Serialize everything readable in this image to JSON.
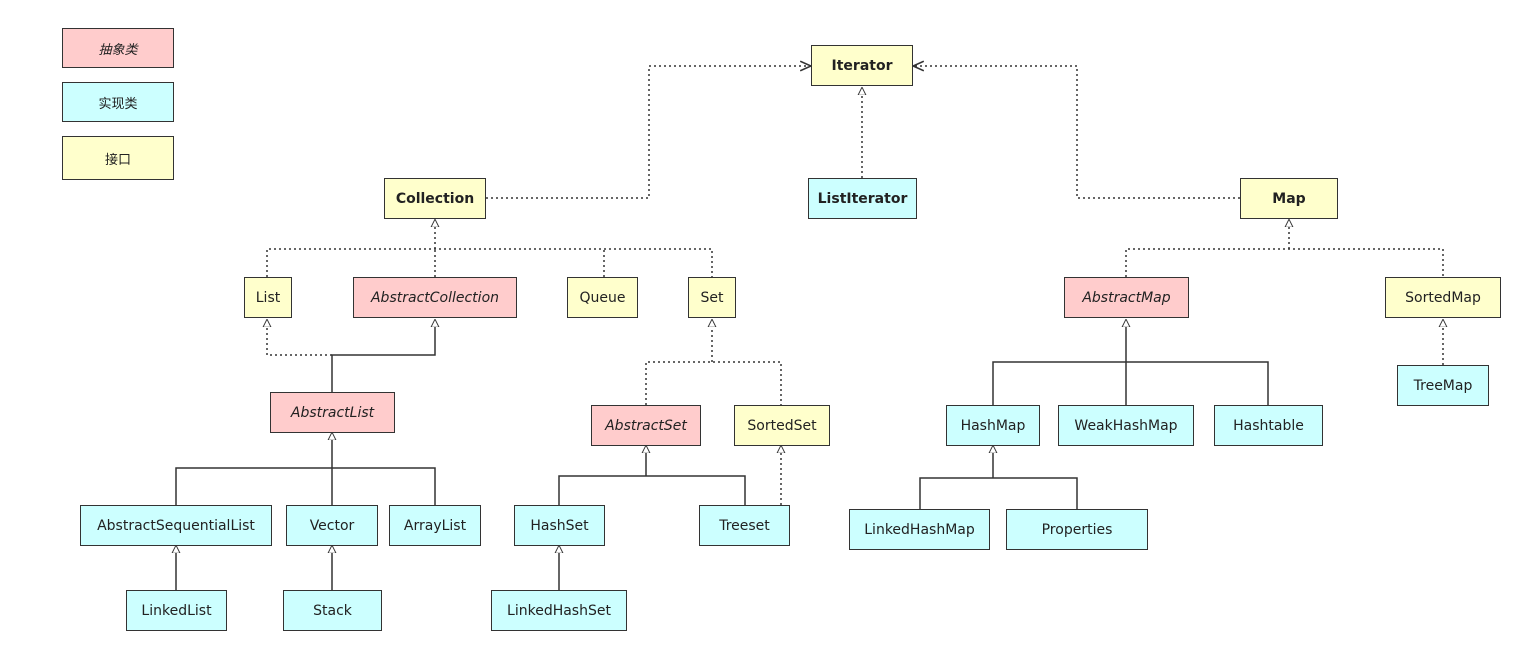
{
  "legend": {
    "abstract": "抽象类",
    "impl": "实现类",
    "iface": "接口"
  },
  "colors": {
    "interface_fill": "#ffffcc",
    "abstract_fill": "#ffcccc",
    "impl_fill": "#ccffff",
    "border": "#333333"
  },
  "nodes": {
    "iterator": "Iterator",
    "list_iterator": "ListIterator",
    "collection": "Collection",
    "map": "Map",
    "list": "List",
    "abstract_collection": "AbstractCollection",
    "queue": "Queue",
    "set": "Set",
    "abstract_map": "AbstractMap",
    "sorted_map": "SortedMap",
    "abstract_list": "AbstractList",
    "abstract_set": "AbstractSet",
    "sorted_set": "SortedSet",
    "hash_map": "HashMap",
    "weak_hash_map": "WeakHashMap",
    "hashtable": "Hashtable",
    "tree_map": "TreeMap",
    "abstract_sequential_list": "AbstractSequentialList",
    "vector": "Vector",
    "array_list": "ArrayList",
    "hash_set": "HashSet",
    "treeset": "Treeset",
    "linked_hash_map": "LinkedHashMap",
    "properties": "Properties",
    "linked_list": "LinkedList",
    "stack": "Stack",
    "linked_hash_set": "LinkedHashSet"
  }
}
